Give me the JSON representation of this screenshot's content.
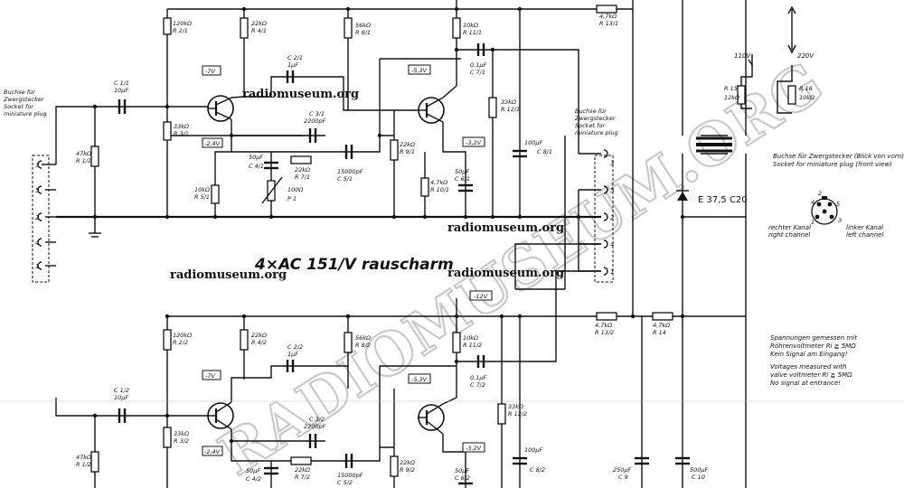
{
  "title": "4×AC 151/V rauscharm",
  "watermark_small": "radiomuseum.org",
  "watermark_big": "RADIOMUSEUM.ORG",
  "input_socket": {
    "de": "Buchse für",
    "de2": "Zwergstecker",
    "en": "Socket for",
    "en2": "miniature plug"
  },
  "output_socket": {
    "de": "Buchse für",
    "de2": "Zwergstecker",
    "en": "Socket for",
    "en2": "miniature plug"
  },
  "front_socket": {
    "de": "Buchse für Zwergstecker (Blick von vorn)",
    "en": "Socket for miniature plug (front view)",
    "right_de": "rechter Kanal",
    "right_en": "right channel",
    "left_de": "linker Kanal",
    "left_en": "left channel"
  },
  "mains": {
    "v110": "110V",
    "v220": "220V"
  },
  "tube": "E 37,5 C20",
  "note": [
    "Spannungen gemessen mit",
    "Röhrenvoltmeter Ri ≧ 5MΩ",
    "Kein Signal am Eingang!",
    "Voltages measured with",
    "valve voltmeter Ri ≧ 5MΩ",
    "No signal at entrance!"
  ],
  "pins_left": [
    "3",
    "5",
    "2",
    "4",
    "1"
  ],
  "pins_right": [
    "3",
    "5",
    "2",
    "4",
    "1"
  ],
  "pins_front": [
    "2",
    "4",
    "5",
    "1",
    "3"
  ],
  "voltages": {
    "v7a": "-7V",
    "v24a": "-2,4V",
    "v53a": "-5,3V",
    "v32a": "-3,2V",
    "v12": "-12V",
    "v7b": "-7V",
    "v24b": "-2,4V",
    "v53b": "-5,3V",
    "v32b": "-3,2V"
  },
  "comp": {
    "r21": [
      "120kΩ",
      "R 2/1"
    ],
    "r41": [
      "22kΩ",
      "R 4/1"
    ],
    "r81": [
      "56kΩ",
      "R 8/1"
    ],
    "r111": [
      "10kΩ",
      "R 11/1"
    ],
    "r131": [
      "4,7kΩ",
      "R 13/1"
    ],
    "c21": [
      "C 2/1",
      "1µF"
    ],
    "c11": [
      "C 1/1",
      "10µF"
    ],
    "r31": [
      "33kΩ",
      "R 3/1"
    ],
    "c31": [
      "C 3/1",
      "2200pF"
    ],
    "r11": [
      "47kΩ",
      "R 1/1"
    ],
    "c41": [
      "50µF",
      "C 4/1"
    ],
    "r71": [
      "22kΩ",
      "R 7/1"
    ],
    "c51": [
      "15000pF",
      "C 5/1"
    ],
    "r51": [
      "10kΩ",
      "R 5/1"
    ],
    "p1": [
      "100Ω",
      "P 1"
    ],
    "r91": [
      "22kΩ",
      "R 9/1"
    ],
    "c71": [
      "0,1µF",
      "C 7/1"
    ],
    "r121": [
      "33kΩ",
      "R 12/1"
    ],
    "c61": [
      "50µF",
      "C 6/1"
    ],
    "r101": [
      "4,7kΩ",
      "R 10/1"
    ],
    "c81": [
      "100µF",
      "C 8/1"
    ],
    "r15": [
      "R 15",
      "12kΩ"
    ],
    "r16": [
      "R 16",
      "10kΩ"
    ],
    "r22": [
      "120kΩ",
      "R 2/2"
    ],
    "r42": [
      "22kΩ",
      "R 4/2"
    ],
    "r82": [
      "56kΩ",
      "R 8/2"
    ],
    "r112": [
      "10kΩ",
      "R 11/2"
    ],
    "r132": [
      "4,7kΩ",
      "R 13/2"
    ],
    "r14": [
      "4,7kΩ",
      "R 14"
    ],
    "c22": [
      "C 2/2",
      "1µF"
    ],
    "c12": [
      "C 1/2",
      "10µF"
    ],
    "r32": [
      "33kΩ",
      "R 3/2"
    ],
    "c32": [
      "C 3/2",
      "2200pF"
    ],
    "r12": [
      "47kΩ",
      "R 1/2"
    ],
    "c42": [
      "50µF",
      "C 4/2"
    ],
    "r72": [
      "22kΩ",
      "R 7/2"
    ],
    "c52": [
      "15000pF",
      "C 5/2"
    ],
    "r92": [
      "22kΩ",
      "R 9/2"
    ],
    "c72": [
      "0,1µF",
      "C 7/2"
    ],
    "r122": [
      "33kΩ",
      "R 12/2"
    ],
    "c62": [
      "50µF",
      "C 6/2"
    ],
    "c82": [
      "100µF",
      "C 8/2"
    ],
    "c9": [
      "250µF",
      "C 9"
    ],
    "c10": [
      "500µF",
      "C 10"
    ]
  }
}
